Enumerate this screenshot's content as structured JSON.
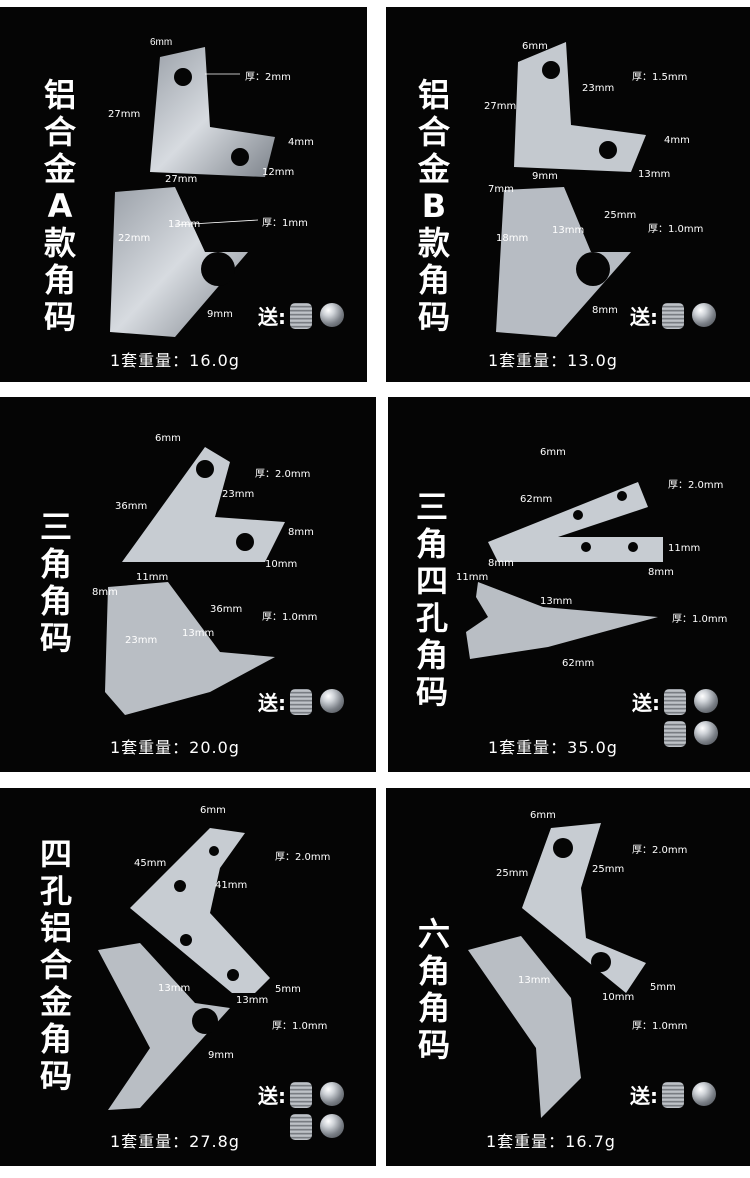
{
  "gift_label": "送:",
  "panels": [
    {
      "title": "铝合金A款角码",
      "weight": "1套重量：16.0g",
      "labels": [
        "6mm",
        "厚：2mm",
        "27mm",
        "4mm",
        "12mm",
        "27mm",
        "13mm",
        "厚：1mm",
        "22mm",
        "9mm"
      ]
    },
    {
      "title": "铝合金B款角码",
      "weight": "1套重量：13.0g",
      "labels": [
        "6mm",
        "厚：1.5mm",
        "27mm",
        "23mm",
        "4mm",
        "13mm",
        "7mm",
        "9mm",
        "25mm",
        "厚：1.0mm",
        "18mm",
        "13mm",
        "8mm"
      ]
    },
    {
      "title": "三角角码",
      "weight": "1套重量：20.0g",
      "labels": [
        "6mm",
        "厚：2.0mm",
        "36mm",
        "23mm",
        "8mm",
        "10mm",
        "11mm",
        "8mm",
        "36mm",
        "厚：1.0mm",
        "23mm",
        "13mm"
      ]
    },
    {
      "title": "三角四孔角码",
      "weight": "1套重量：35.0g",
      "labels": [
        "6mm",
        "62mm",
        "厚：2.0mm",
        "11mm",
        "8mm",
        "11mm",
        "8mm",
        "13mm",
        "厚：1.0mm",
        "62mm"
      ]
    },
    {
      "title": "四孔铝合金角码",
      "weight": "1套重量：27.8g",
      "labels": [
        "6mm",
        "45mm",
        "厚：2.0mm",
        "41mm",
        "5mm",
        "13mm",
        "13mm",
        "厚：1.0mm",
        "9mm"
      ]
    },
    {
      "title": "六角角码",
      "weight": "1套重量：16.7g",
      "labels": [
        "6mm",
        "厚：2.0mm",
        "25mm",
        "25mm",
        "13mm",
        "5mm",
        "10mm",
        "厚：1.0mm"
      ]
    }
  ]
}
